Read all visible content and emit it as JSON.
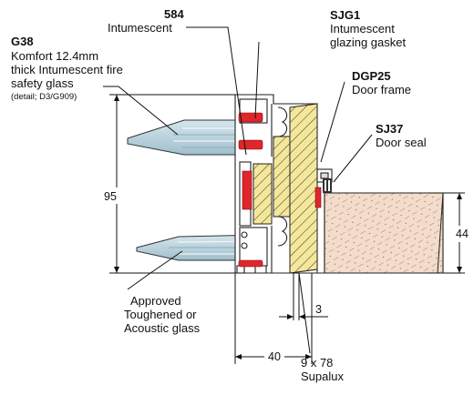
{
  "labels": {
    "g38": {
      "code": "G38",
      "line1": "Komfort 12.4mm",
      "line2": "thick Intumescent fire",
      "line3": "safety glass",
      "note": "(detail; D3/G909)"
    },
    "i584": {
      "code": "584",
      "line1": "Intumescent"
    },
    "sjg1": {
      "code": "SJG1",
      "line1": "Intumescent",
      "line2": "glazing gasket"
    },
    "dgp25": {
      "code": "DGP25",
      "line1": "Door frame"
    },
    "sj37": {
      "code": "SJ37",
      "line1": "Door seal"
    },
    "approved": {
      "line1": "Approved",
      "line2": "Toughened or",
      "line3": "Acoustic glass"
    },
    "supalux": {
      "line1": "9 x 78",
      "line2": "Supalux"
    }
  },
  "dimensions": {
    "height": "95",
    "width": "40",
    "gap": "3",
    "door": "44"
  },
  "colors": {
    "intumescent": "#e0262b",
    "glass": "#b9d2dc",
    "frame": "#ffffff",
    "supalux": "#f4e79a",
    "door": "#f3dccb"
  }
}
